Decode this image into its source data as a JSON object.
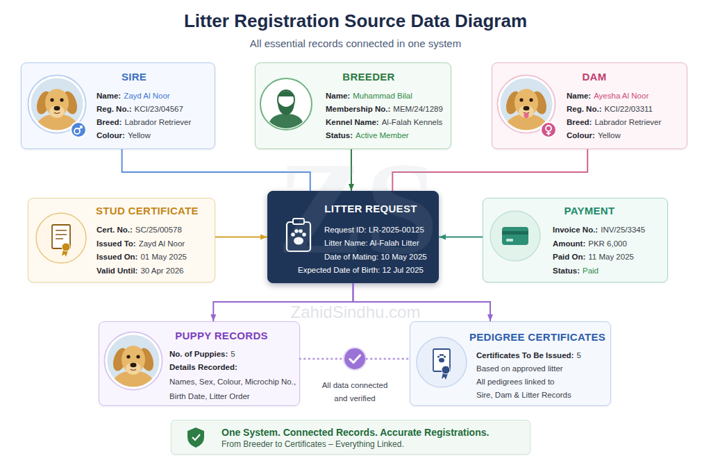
{
  "diagram": {
    "title": "Litter Registration Source Data Diagram",
    "nodes": [
      {
        "text": [
          "SIRE",
          "Name:",
          "Zayd Al Noor",
          "Reg. No.:",
          "KCI/23/04567",
          "Breed:",
          "Labrador Retriever",
          "Colour:",
          "Yellow"
        ]
      },
      {
        "text": [
          "BREEDER",
          "Name:",
          "Muhammad Bilal",
          "Membership No.:",
          "MEM/24/1289",
          "Kennel Name:",
          "Al-Falah Kennels",
          "Status:",
          "Active Member"
        ]
      },
      {
        "text": [
          "DAM",
          "Name:",
          "Ayesha Al Noor",
          "Reg. No.:",
          "KCI/22/03311",
          "Breed:",
          "Labrador Retriever",
          "Colour:",
          "Yellow"
        ]
      },
      {
        "text": [
          "STUD CERTIFICATE",
          "Cert. No.:",
          "SC/25/00578",
          "Issued To:",
          "Zayd Al Noor",
          "Issued On:",
          "01 May 2025",
          "Valid Until:",
          "30 Apr 2026"
        ]
      },
      {
        "text": [
          "LITTER REQUEST",
          "Request ID: LR-2025-00125",
          "Litter Name: Al-Falah Litter",
          "Date of Mating: 10 May 2025",
          "Expected Date of Birth: 12 Jul 2025"
        ]
      },
      {
        "text": [
          "PAYMENT",
          "Invoice No.:",
          "INV/25/3345",
          "Amount:",
          "PKR 6,000",
          "Paid On:",
          "11 May 2025",
          "Status:",
          "Paid"
        ]
      },
      {
        "text": [
          "PUPPY RECORDS",
          "No. of Puppies:",
          "5",
          "Details Recorded:",
          "Names, Sex, Colour, Microchip No., Birth Date, Litter Order"
        ]
      },
      {
        "text": [
          "All data connected and verified"
        ]
      },
      {
        "text": [
          "PEDIGREE CERTIFICATES",
          "Certificates To Be Issued:",
          "5",
          "Based on approved litter",
          "All pedigrees linked to",
          "Sire, Dam & Litter Records"
        ]
      },
      {
        "text": [
          "One System. Connected Records. Accurate Registrations.",
          "From Breeder to Certificates – Everything Linked."
        ]
      }
    ],
    "edges": [
      {
        "from": 0,
        "to": 4,
        "arrow": "none"
      },
      {
        "from": 1,
        "to": 4,
        "arrow": "to"
      },
      {
        "from": 2,
        "to": 4,
        "arrow": "none"
      },
      {
        "from": 3,
        "to": 4,
        "arrow": "to"
      },
      {
        "from": 5,
        "to": 4,
        "arrow": "to"
      },
      {
        "from": 4,
        "to": 6,
        "arrow": "to"
      },
      {
        "from": 4,
        "to": 8,
        "arrow": "to"
      },
      {
        "from": 6,
        "to": 7,
        "arrow": "none"
      },
      {
        "from": 7,
        "to": 8,
        "arrow": "none"
      }
    ],
    "labels": [
      "All essential records connected in one system",
      "ZS",
      "ZahidSindhu.com"
    ]
  }
}
